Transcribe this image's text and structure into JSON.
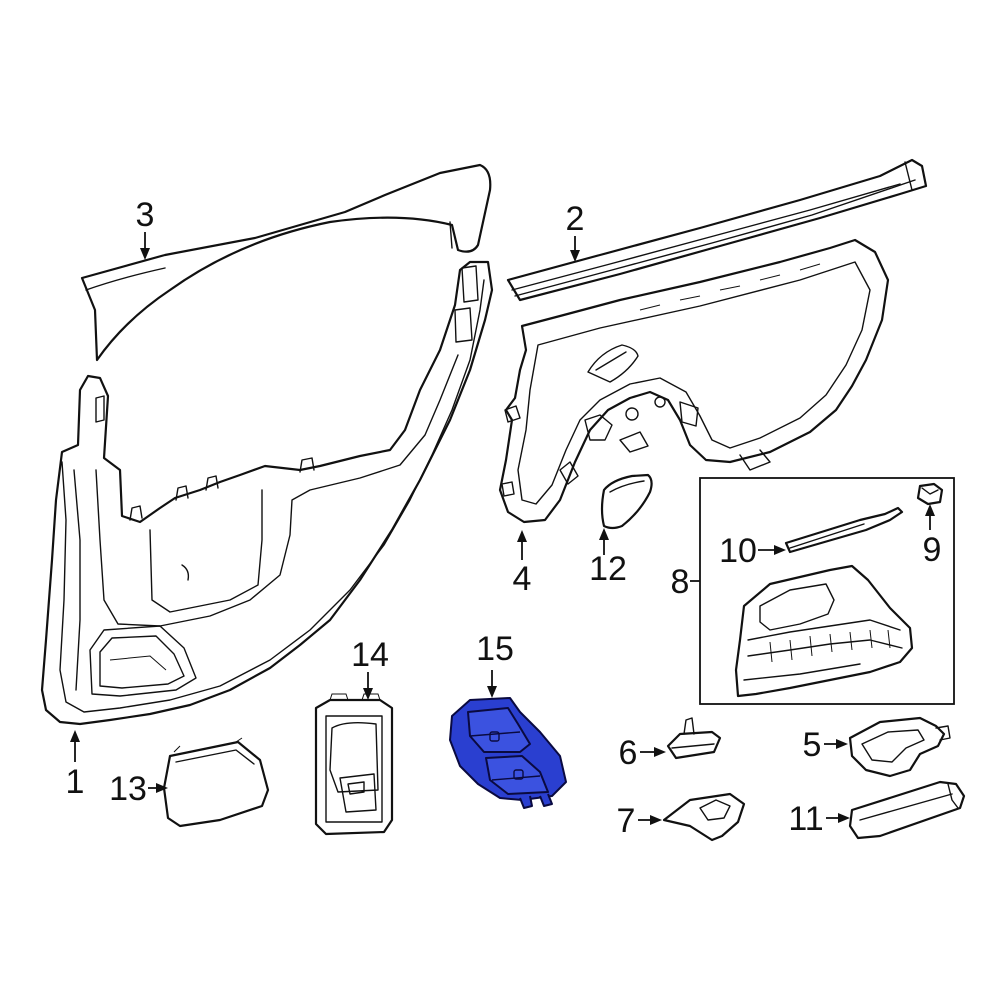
{
  "diagram": {
    "callouts": {
      "c1": "1",
      "c2": "2",
      "c3": "3",
      "c4": "4",
      "c5": "5",
      "c6": "6",
      "c7": "7",
      "c8": "8",
      "c9": "9",
      "c10": "10",
      "c11": "11",
      "c12": "12",
      "c13": "13",
      "c14": "14",
      "c15": "15"
    },
    "highlighted_part": "15",
    "colors": {
      "line": "#111111",
      "highlight": "#2a3fd0",
      "background": "#ffffff"
    }
  }
}
